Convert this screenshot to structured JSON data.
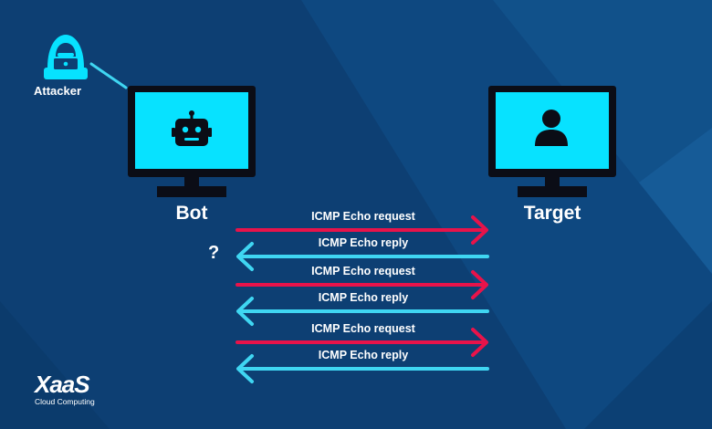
{
  "colors": {
    "background": "#0d3f73",
    "screen": "#07e2ff",
    "monitor_body": "#0b0d16",
    "request_arrow": "#e8134a",
    "reply_arrow": "#3fd6f2",
    "text": "#ffffff"
  },
  "attacker": {
    "label": "Attacker",
    "icon": "hacker-icon"
  },
  "bot": {
    "label": "Bot",
    "icon": "robot-icon"
  },
  "target": {
    "label": "Target",
    "icon": "user-icon"
  },
  "question_mark": "?",
  "arrows": [
    {
      "label": "ICMP Echo request",
      "direction": "right",
      "kind": "request"
    },
    {
      "label": "ICMP Echo reply",
      "direction": "left",
      "kind": "reply"
    },
    {
      "label": "ICMP Echo request",
      "direction": "right",
      "kind": "request"
    },
    {
      "label": "ICMP Echo reply",
      "direction": "left",
      "kind": "reply"
    },
    {
      "label": "ICMP Echo request",
      "direction": "right",
      "kind": "request"
    },
    {
      "label": "ICMP Echo reply",
      "direction": "left",
      "kind": "reply"
    }
  ],
  "logo": {
    "mark": "XaaS",
    "subtitle": "Cloud Computing"
  }
}
